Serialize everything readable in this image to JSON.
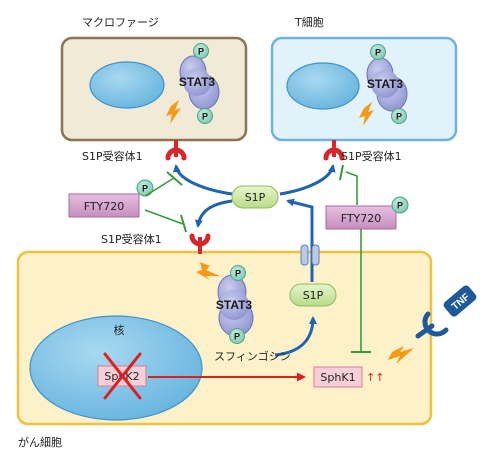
{
  "cells": {
    "macrophage": "マクロファージ",
    "tcell": "T細胞",
    "cancer": "がん細胞",
    "nucleus": "核"
  },
  "labels": {
    "s1p_receptor_left": "S1P受容体1",
    "s1p_receptor_right": "S1P受容体1",
    "s1p_receptor_cancer": "S1P受容体1",
    "stat3": "STAT3",
    "phospho": "P",
    "s1p_center": "S1P",
    "s1p_inner": "S1P",
    "fty720_left": "FTY720",
    "fty720_right": "FTY720",
    "sphingosine": "スフィンゴシン",
    "sphk1": "SphK1",
    "sphk1_up": "↑↑",
    "sphk2": "SphK2",
    "tnf": "TNF"
  },
  "colors": {
    "macrophage_fill": "#f1ead6",
    "macrophage_border": "#8b7356",
    "tcell_fill": "#e2f2fb",
    "tcell_border": "#6fb3dc",
    "cancer_fill": "#fdf1c9",
    "cancer_border": "#f0c040",
    "nucleus_fill": "#7ec3e6",
    "stat3_fill": "#9fa6d9",
    "phospho_fill": "#9ed8c6",
    "s1p_fill": "#cfe8a8",
    "fty720_fill": "#d9a6cf",
    "receptor": "#d8262b",
    "blue_arrow": "#1e64b0",
    "green_inhibit": "#3a9a3a",
    "red_arrow": "#e01e1e",
    "lightning": "#f59a12",
    "tnf_receptor": "#1e5a9a"
  }
}
